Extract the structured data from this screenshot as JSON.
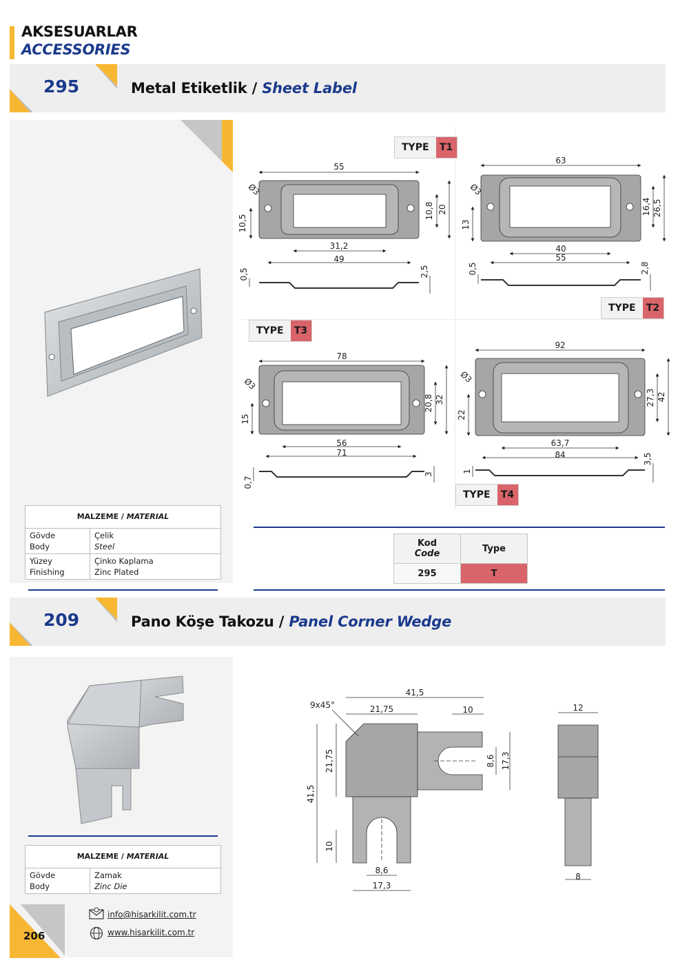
{
  "header": {
    "title_tr": "AKSESUARLAR",
    "title_en": "ACCESSORIES"
  },
  "section1": {
    "code": "295",
    "title_tr": "Metal Etiketlik / ",
    "title_en": "Sheet Label",
    "material": {
      "heading_tr": "MALZEME / ",
      "heading_en": "MATERIAL",
      "rows": [
        {
          "k_tr": "Gövde",
          "k_en": "Body",
          "v_tr": "Çelik",
          "v_en": "Steel"
        },
        {
          "k_tr": "Yüzey",
          "k_en": "Finishing",
          "v_tr": "Çinko Kaplama",
          "v_en": "Zinc Plated"
        }
      ]
    },
    "types": [
      {
        "label": "TYPE",
        "code": "T1"
      },
      {
        "label": "TYPE",
        "code": "T2"
      },
      {
        "label": "TYPE",
        "code": "T3"
      },
      {
        "label": "TYPE",
        "code": "T4"
      }
    ],
    "dims": {
      "t1": {
        "w": "55",
        "hole": "Ø3",
        "h1": "10,5",
        "h2": "10,8",
        "h3": "20",
        "w1": "31,2",
        "w2": "49",
        "t1": "0,5",
        "t2": "2,5"
      },
      "t2": {
        "w": "63",
        "hole": "Ø3",
        "h1": "13",
        "h2": "16,4",
        "h3": "26,5",
        "w1": "40",
        "w2": "55",
        "t1": "0,5",
        "t2": "2,8"
      },
      "t3": {
        "w": "78",
        "hole": "Ø3",
        "h1": "15",
        "h2": "20,8",
        "h3": "32",
        "w1": "56",
        "w2": "71",
        "t1": "0,7",
        "t2": "3"
      },
      "t4": {
        "w": "92",
        "hole": "Ø3",
        "h1": "22",
        "h2": "27,3",
        "h3": "42",
        "w1": "63,7",
        "w2": "84",
        "t1": "1",
        "t2": "3,5"
      }
    },
    "code_table": {
      "h1_tr": "Kod",
      "h1_en": "Code",
      "h2": "Type",
      "code": "295",
      "type": "T"
    }
  },
  "section2": {
    "code": "209",
    "title_tr": "Pano Köşe Takozu / ",
    "title_en": "Panel Corner Wedge",
    "material": {
      "heading_tr": "MALZEME / ",
      "heading_en": "MATERIAL",
      "rows": [
        {
          "k_tr": "Gövde",
          "k_en": "Body",
          "v_tr": "Zamak",
          "v_en": "Zinc Die"
        }
      ]
    },
    "dims": {
      "total_w": "41,5",
      "chamfer": "9x45°",
      "w_block": "21,75",
      "w_slot": "10",
      "h_block": "21,75",
      "total_h": "41,5",
      "slot_h": "8,6",
      "arm_h": "17,3",
      "leg_h": "10",
      "leg_slot": "8,6",
      "leg_w": "17,3",
      "side_w": "12",
      "side_leg": "8"
    }
  },
  "footer": {
    "email": "info@hisarkilit.com.tr",
    "web": "www.hisarkilit.com.tr",
    "page": "206"
  },
  "colors": {
    "accent": "#f7b733",
    "navy": "#1b3a8c",
    "type_red": "#d9646a"
  }
}
